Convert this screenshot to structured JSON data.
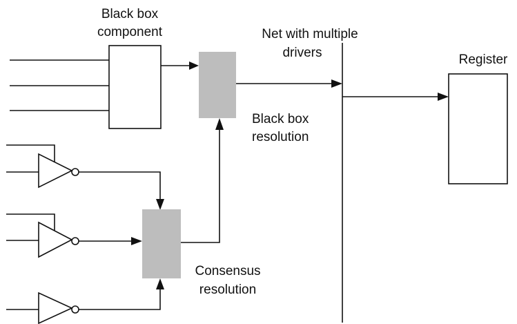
{
  "labels": {
    "black_box_line1": "Black box",
    "black_box_line2": "component",
    "net_line1": "Net with multiple",
    "net_line2": "drivers",
    "register": "Register",
    "bb_resolution_line1": "Black box",
    "bb_resolution_line2": "resolution",
    "consensus_line1": "Consensus",
    "consensus_line2": "resolution"
  },
  "colors": {
    "line": "#111111",
    "resolution_block": "#bdbdbd",
    "background": "#ffffff"
  }
}
